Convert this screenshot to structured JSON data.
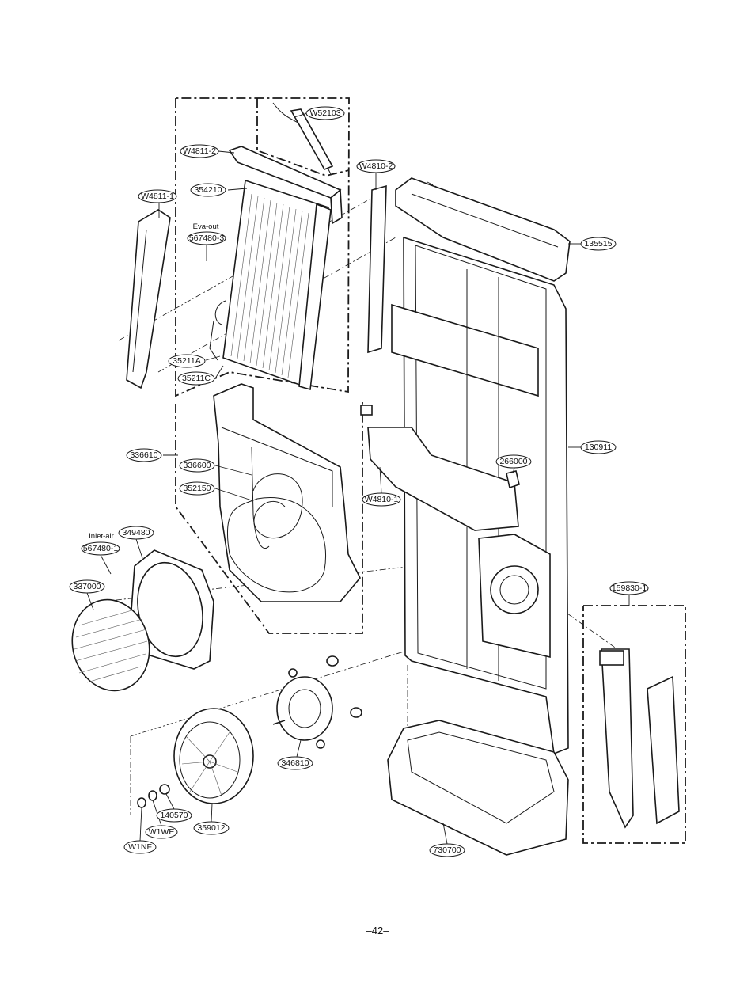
{
  "callouts": [
    {
      "id": "w52103",
      "label": "W52103"
    },
    {
      "id": "w4811-2",
      "label": "W4811-2"
    },
    {
      "id": "w4810-2",
      "label": "W4810-2"
    },
    {
      "id": "354210",
      "label": "354210"
    },
    {
      "id": "w4811-1",
      "label": "W4811-1"
    },
    {
      "id": "567480-3",
      "label": "567480-3"
    },
    {
      "id": "135515",
      "label": "135515"
    },
    {
      "id": "35211a",
      "label": "35211A"
    },
    {
      "id": "35211c",
      "label": "35211C"
    },
    {
      "id": "336610",
      "label": "336610"
    },
    {
      "id": "336600",
      "label": "336600"
    },
    {
      "id": "130911",
      "label": "130911"
    },
    {
      "id": "266000",
      "label": "266000"
    },
    {
      "id": "352150",
      "label": "352150"
    },
    {
      "id": "w4810-1",
      "label": "W4810-1"
    },
    {
      "id": "349480",
      "label": "349480"
    },
    {
      "id": "567480-1",
      "label": "567480-1"
    },
    {
      "id": "337000",
      "label": "337000"
    },
    {
      "id": "159830-1",
      "label": "159830-1"
    },
    {
      "id": "346810",
      "label": "346810"
    },
    {
      "id": "140570",
      "label": "140570"
    },
    {
      "id": "359012",
      "label": "359012"
    },
    {
      "id": "w1we",
      "label": "W1WE"
    },
    {
      "id": "w1nf",
      "label": "W1NF"
    },
    {
      "id": "730700",
      "label": "730700"
    }
  ],
  "text_labels": {
    "eva_out": "Eva-out",
    "inlet_air": "Inlet-air"
  },
  "page_number": "–42–"
}
